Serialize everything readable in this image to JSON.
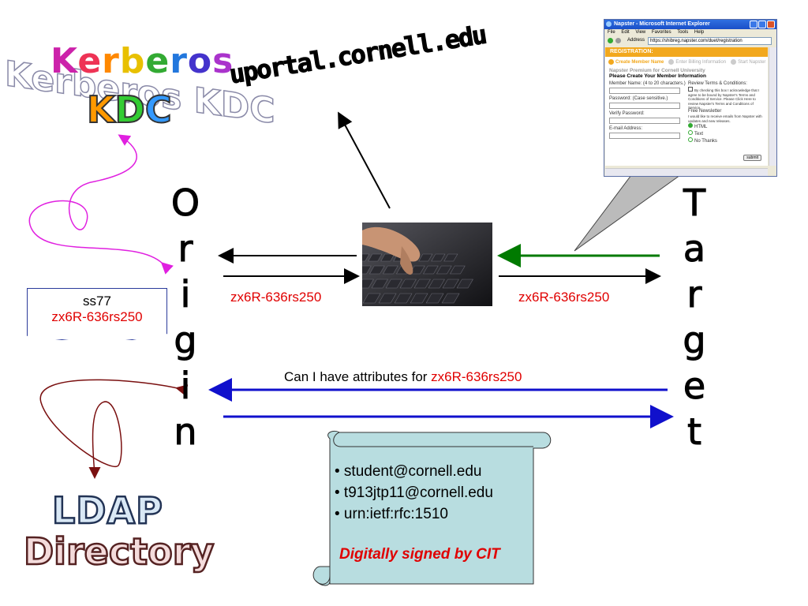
{
  "wordart": {
    "kerberos": "Kerberos",
    "kdc": "KDC",
    "kdc_shadow": "Kerberos KDC",
    "uportal": "uportal.cornell.edu",
    "ldap": "LDAP",
    "directory": "Directory"
  },
  "origin_letters": [
    "O",
    "r",
    "i",
    "g",
    "i",
    "n"
  ],
  "target_letters": [
    "T",
    "a",
    "r",
    "g",
    "e",
    "t"
  ],
  "credentials": {
    "user": "ss77",
    "handle": "zx6R-636rs250"
  },
  "arrow_labels": {
    "left": "zx6R-636rs250",
    "right": "zx6R-636rs250"
  },
  "attribute_request": {
    "prefix": "Can I have attributes for ",
    "handle": "zx6R-636rs250"
  },
  "assertion": {
    "items": [
      "• student@cornell.edu",
      "• t913jtp11@cornell.edu",
      "• urn:ietf:rfc:1510"
    ],
    "signature": "Digitally signed by CIT"
  },
  "browser": {
    "title": "Napster - Microsoft Internet Explorer",
    "menu": [
      "File",
      "Edit",
      "View",
      "Favorites",
      "Tools",
      "Help"
    ],
    "address_label": "Address",
    "address": "https://shibreg.napster.com/duet/registration",
    "banner": "REGISTRATION:",
    "step1": "Create Member Name",
    "step2": "Enter Billing Information",
    "step3": "Start Napster",
    "premium": "Napster Premium for Cornell University",
    "please": "Please Create Your Member Information",
    "member_name_label": "Member Name: (4 to 20 characters.)",
    "password_label": "Password: (Case sensitive.)",
    "verify_label": "Verify Password:",
    "email_label": "E-mail Address:",
    "terms_heading": "Review Terms & Conditions:",
    "terms_text": "By checking this box I acknowledge that I agree to be bound by Napster's Terms and Conditions of Service. Please Click Here to review Napster's Terms and Conditions of Service.",
    "newsletter_heading": "Free Newsletter",
    "newsletter_text": "I would like to receive emails from Napster with updates and new releases.",
    "options": [
      "HTML",
      "Text",
      "No Thanks"
    ],
    "submit": "submit"
  },
  "colors": {
    "black_arrow": "#000000",
    "green_arrow": "#007a00",
    "blue_arrow": "#1010cc",
    "magenta_curve": "#e020e0",
    "maroon_curve": "#7a1010",
    "scroll_fill": "#b8dde0",
    "red_text": "#e00000"
  }
}
